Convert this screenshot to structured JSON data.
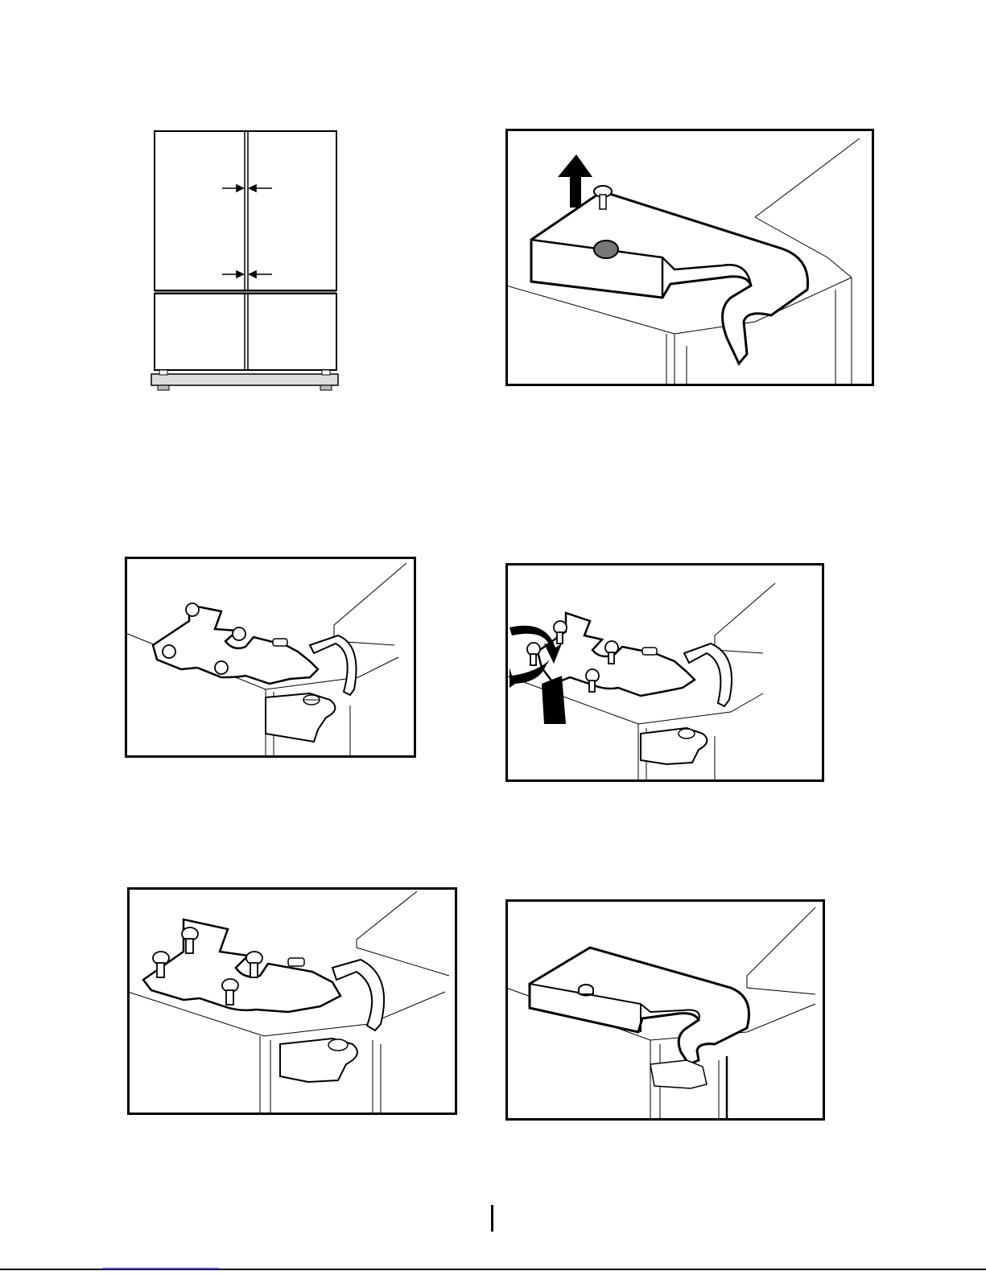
{
  "page": {
    "page_number": "",
    "footer_link_text": ""
  },
  "figures": [
    {
      "id": "fig-fridge",
      "icon": "fridge-front-door-gap-icon"
    },
    {
      "id": "fig-hinge-cover-removal",
      "icon": "hinge-cover-lift-arrow-icon"
    },
    {
      "id": "fig-hinge-plate-screws",
      "icon": "hinge-plate-screws-icon"
    },
    {
      "id": "fig-hinge-loosen-screws",
      "icon": "rotate-screws-arrow-icon"
    },
    {
      "id": "fig-hinge-adjusted",
      "icon": "hinge-plate-raised-screws-icon"
    },
    {
      "id": "fig-hinge-cover-refit",
      "icon": "hinge-cover-closed-icon"
    }
  ]
}
